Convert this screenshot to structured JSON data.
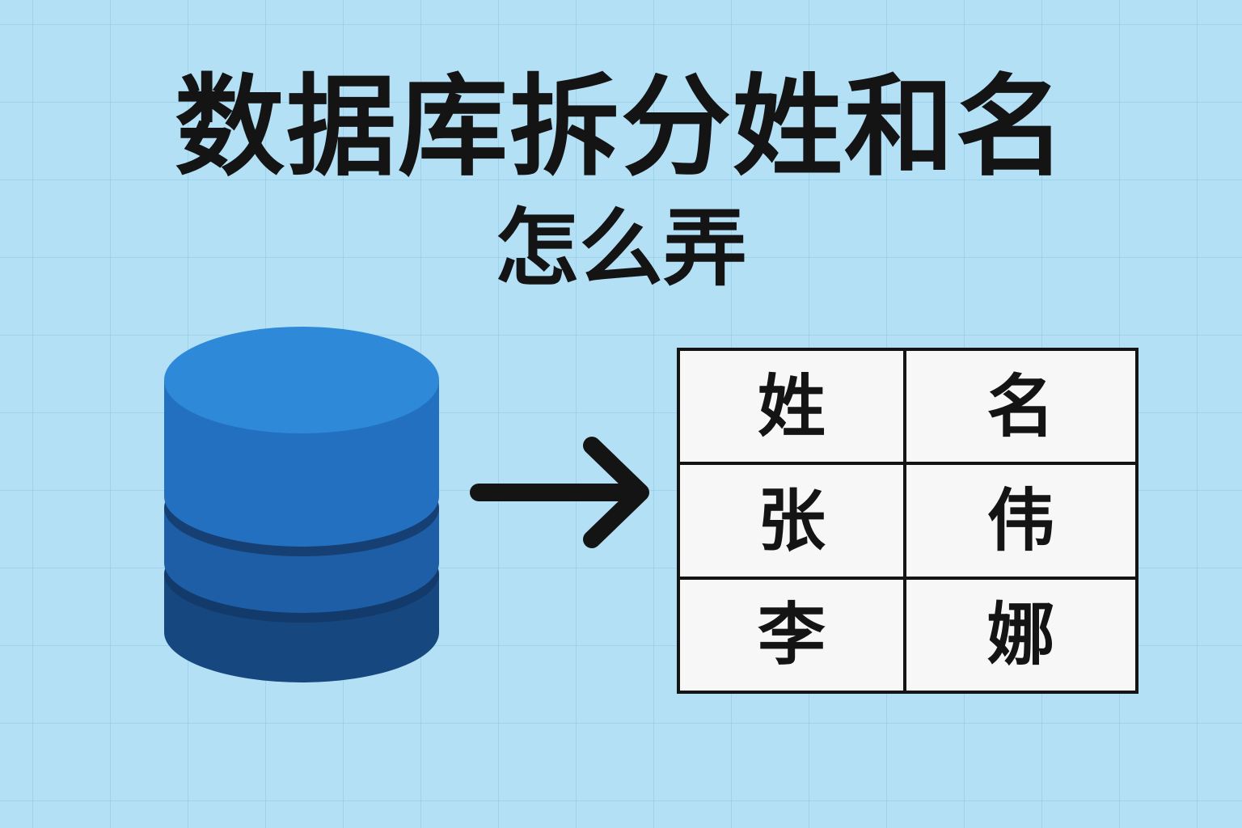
{
  "title": "数据库拆分姓和名",
  "subtitle": "怎么弄",
  "icons": {
    "database": "database-icon",
    "arrow": "arrow-right-icon"
  },
  "colors": {
    "background": "#b3e0f5",
    "database_top": "#2e89d8",
    "database_body": "#1f66b5",
    "database_bottom": "#17477f",
    "text": "#141414"
  },
  "table": {
    "header": [
      "姓",
      "名"
    ],
    "rows": [
      [
        "张",
        "伟"
      ],
      [
        "李",
        "娜"
      ]
    ]
  }
}
